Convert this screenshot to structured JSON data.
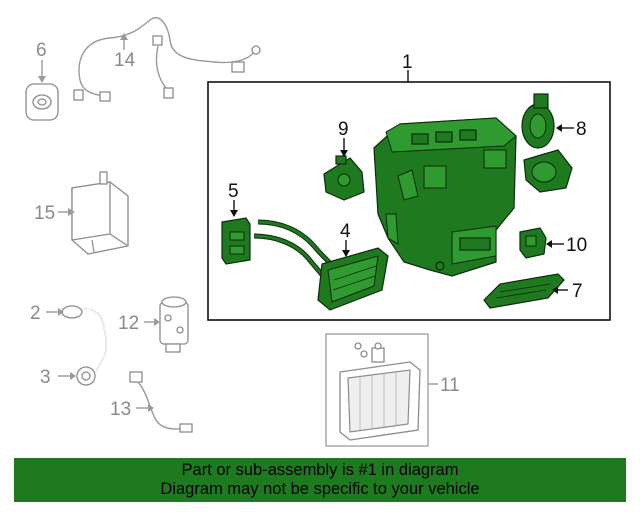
{
  "callouts": {
    "c1": "1",
    "c2": "2",
    "c3": "3",
    "c4": "4",
    "c5": "5",
    "c6": "6",
    "c7": "7",
    "c8": "8",
    "c9": "9",
    "c10": "10",
    "c11": "11",
    "c12": "12",
    "c13": "13",
    "c14": "14",
    "c15": "15"
  },
  "footer": {
    "line1": "Part or sub-assembly is #1 in diagram",
    "line2": "Diagram may not be specific to your vehicle"
  },
  "colors": {
    "highlight_green": "#1e7a1e",
    "part_green": "#1f7a1f",
    "unhighlighted_gray": "#8c8c8c"
  }
}
